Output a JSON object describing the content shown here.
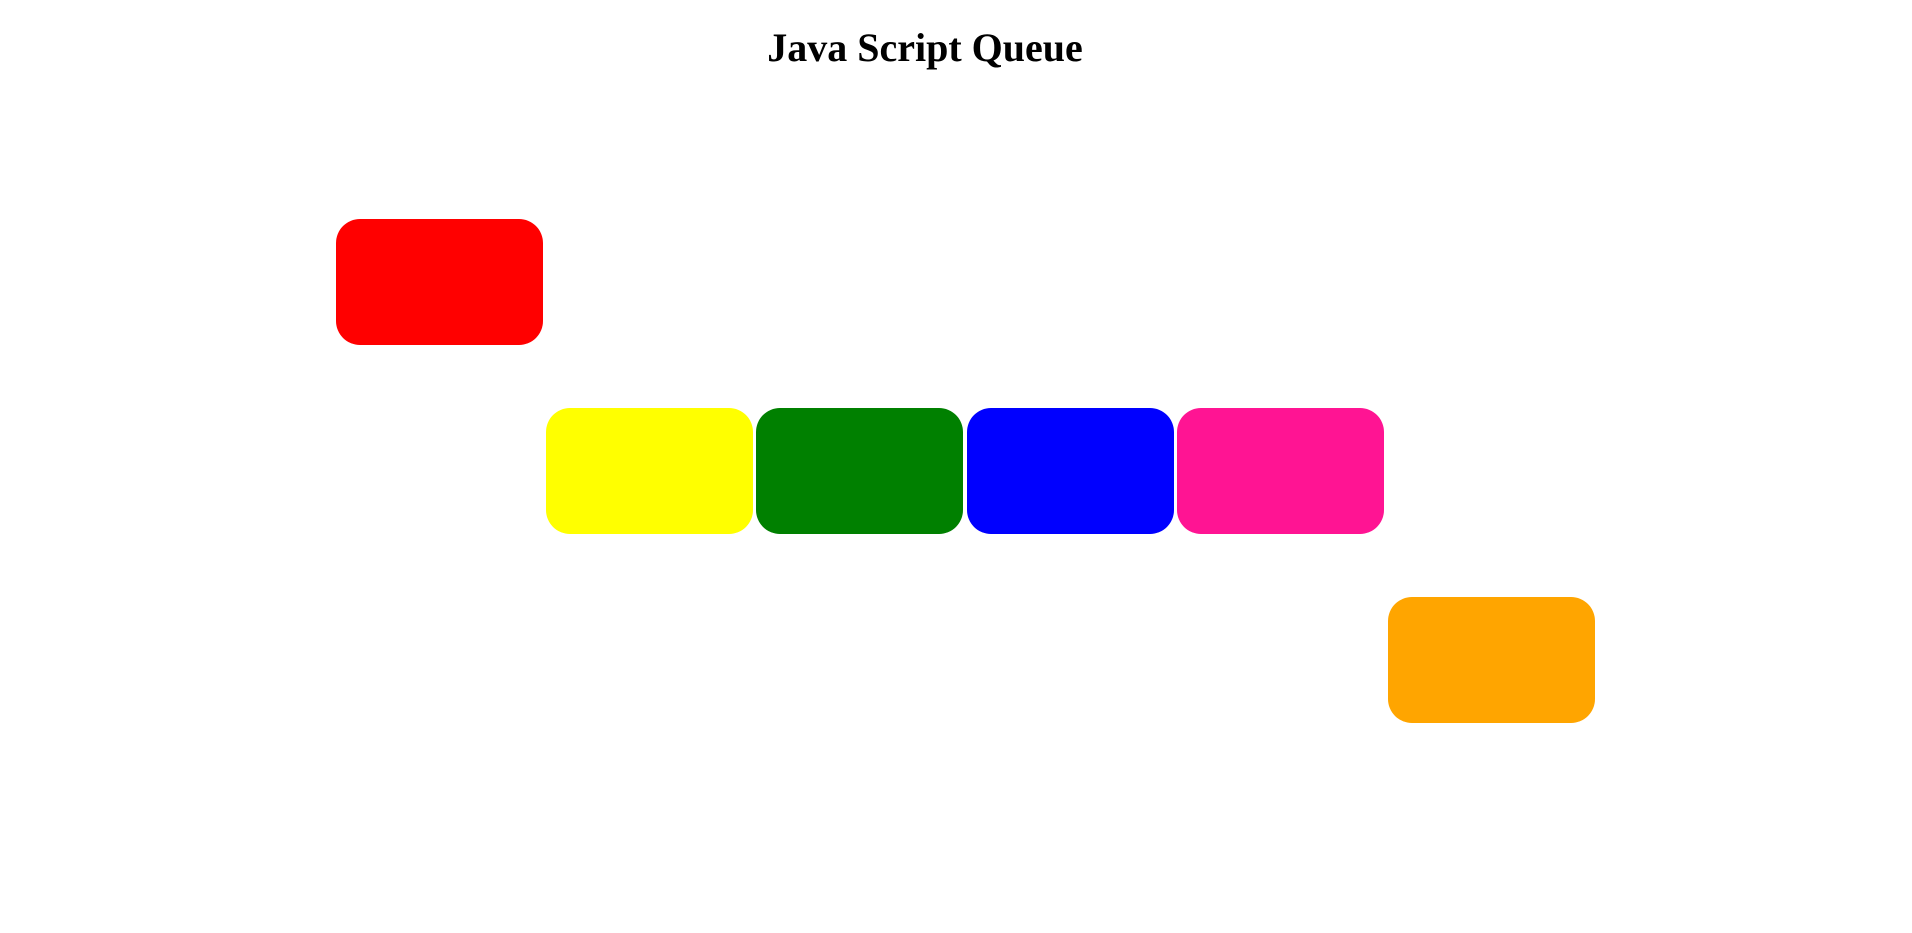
{
  "page": {
    "title": "Java Script Queue"
  },
  "queue": {
    "dequeued": [
      {
        "name": "red",
        "color": "#ff0000"
      }
    ],
    "items": [
      {
        "name": "yellow",
        "color": "#ffff00"
      },
      {
        "name": "green",
        "color": "#008000"
      },
      {
        "name": "blue",
        "color": "#0000ff"
      },
      {
        "name": "pink",
        "color": "#ff1493"
      }
    ],
    "incoming": [
      {
        "name": "orange",
        "color": "#ffa500"
      }
    ]
  }
}
